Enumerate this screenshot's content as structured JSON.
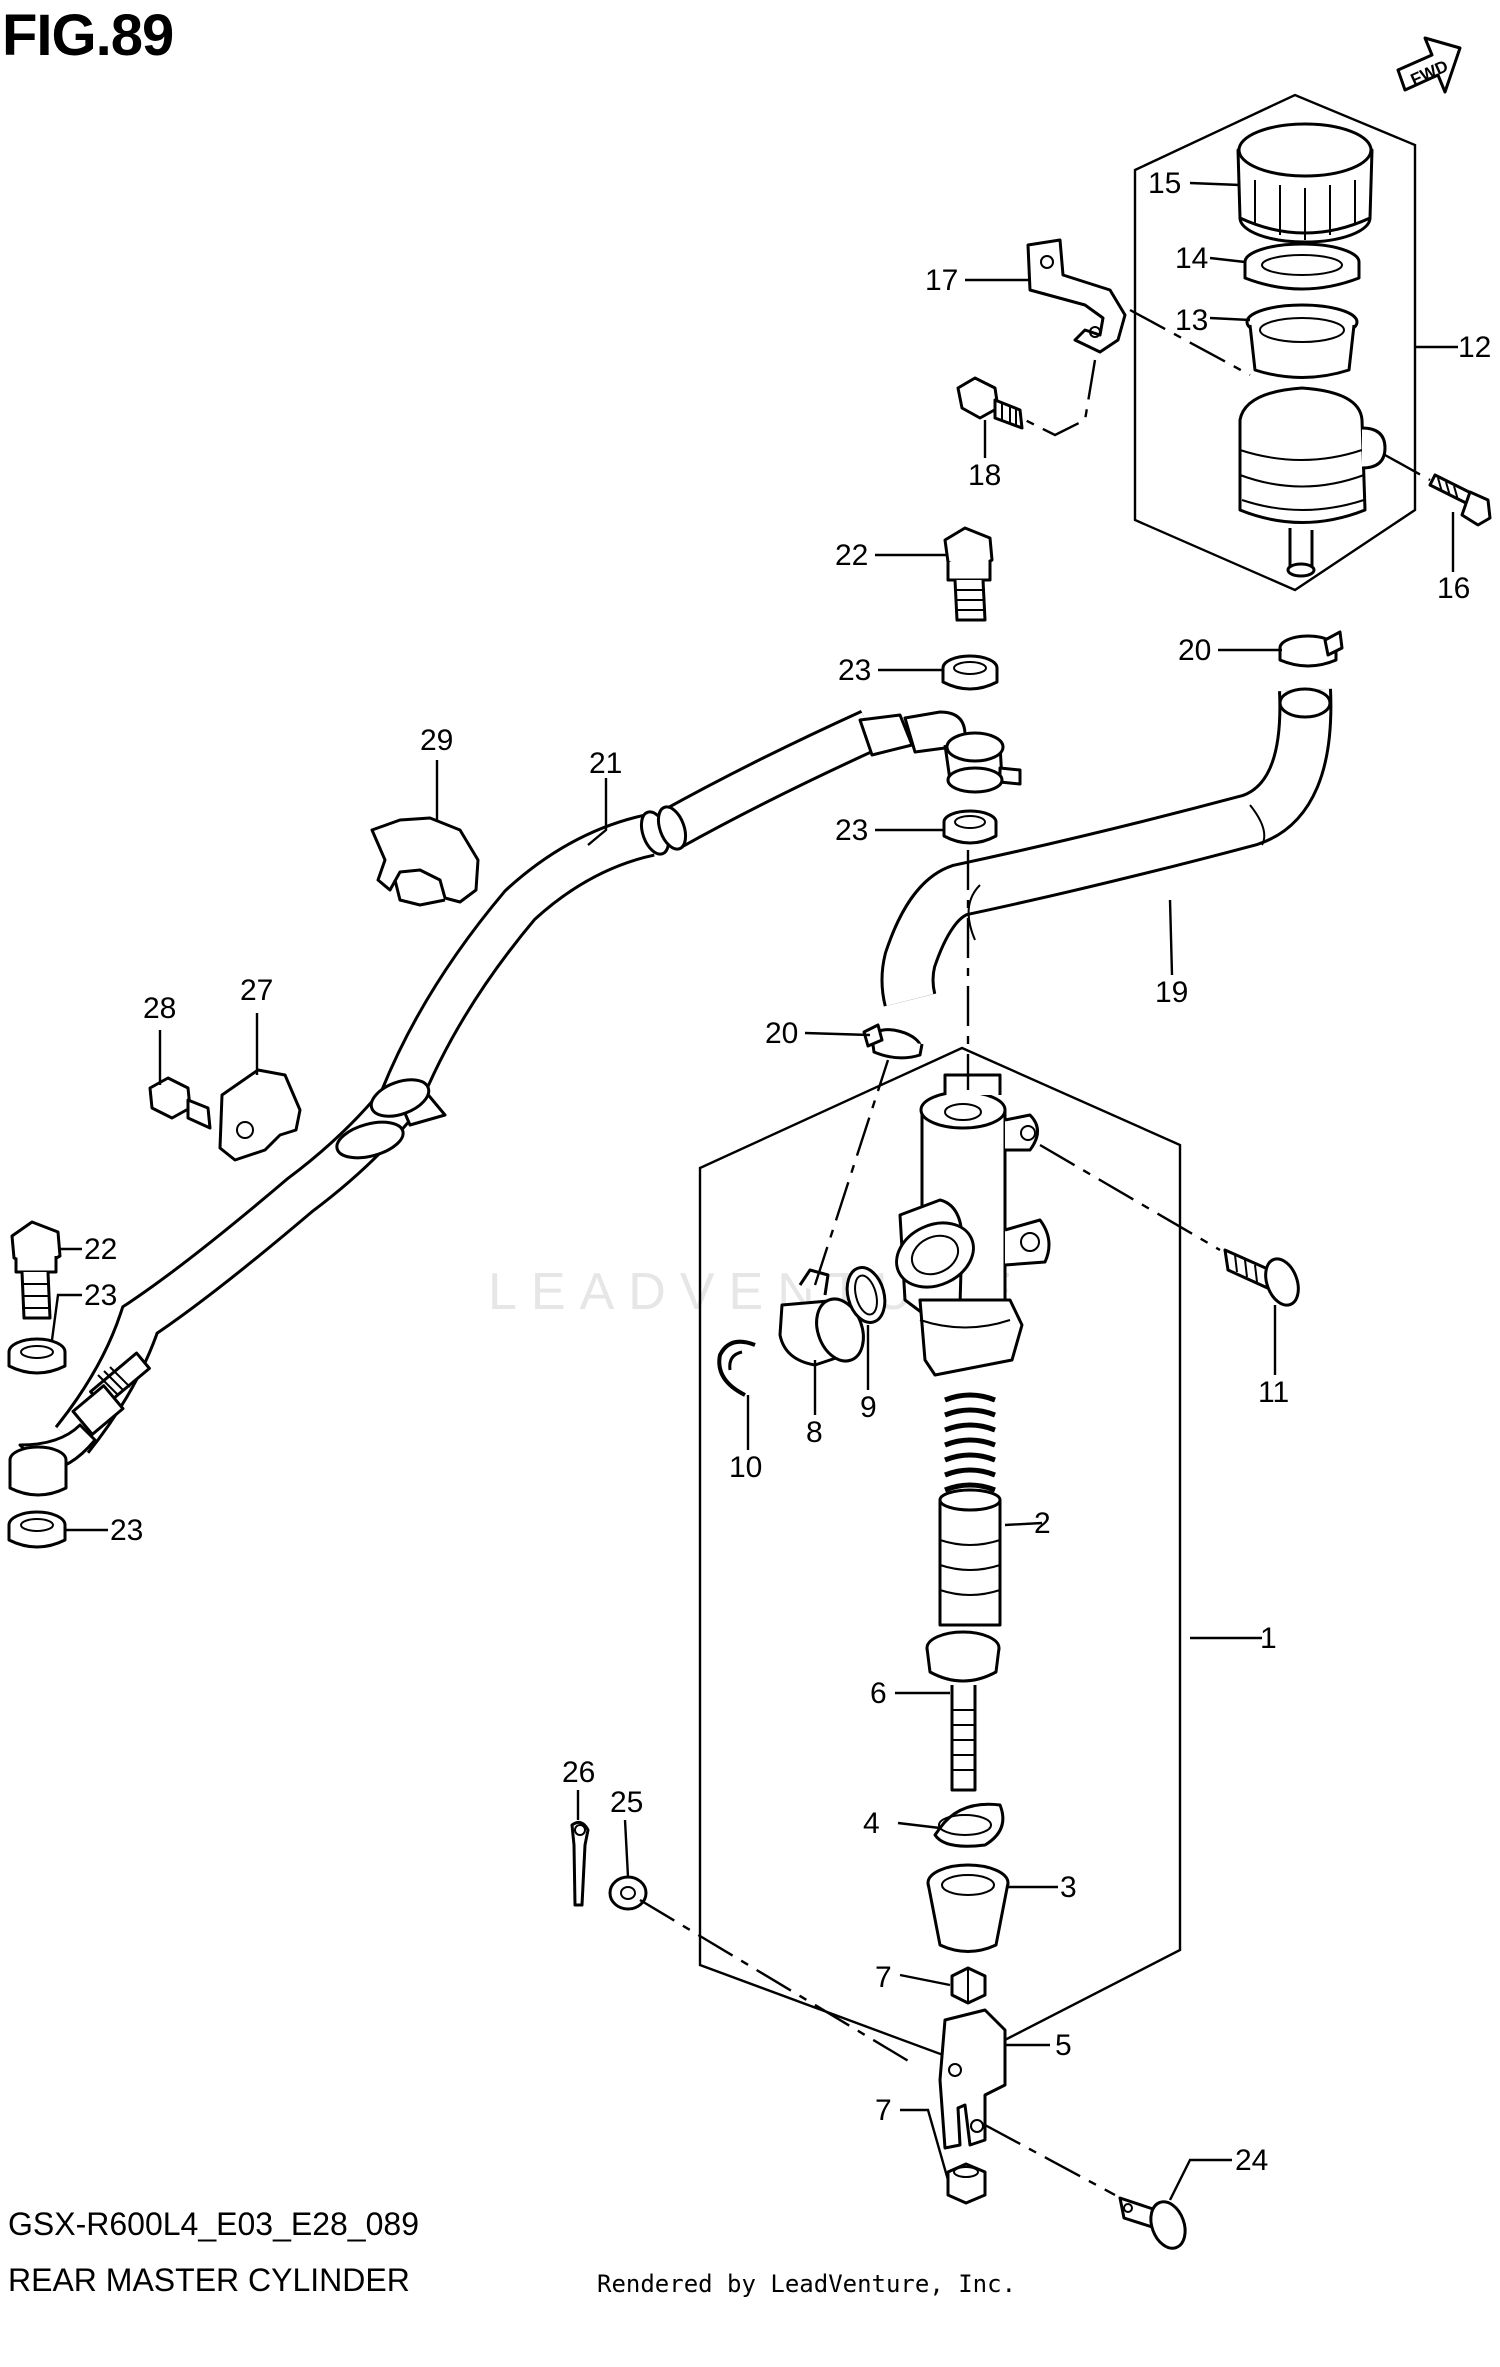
{
  "figure": {
    "title": "FIG.89",
    "code": "GSX-R600L4_E03_E28_089",
    "name": "REAR MASTER CYLINDER",
    "rendered_by": "Rendered by LeadVenture, Inc.",
    "watermark": "LEADVENTURE",
    "fwd_label": "FWD"
  },
  "callouts": [
    "1",
    "2",
    "3",
    "4",
    "5",
    "6",
    "7",
    "7",
    "8",
    "9",
    "10",
    "11",
    "12",
    "13",
    "14",
    "15",
    "16",
    "17",
    "18",
    "19",
    "20",
    "20",
    "21",
    "22",
    "22",
    "23",
    "23",
    "23",
    "23",
    "24",
    "25",
    "26",
    "27",
    "28",
    "29"
  ],
  "colors": {
    "line": "#000000",
    "background": "#ffffff",
    "watermark": "#e6e6e6"
  }
}
